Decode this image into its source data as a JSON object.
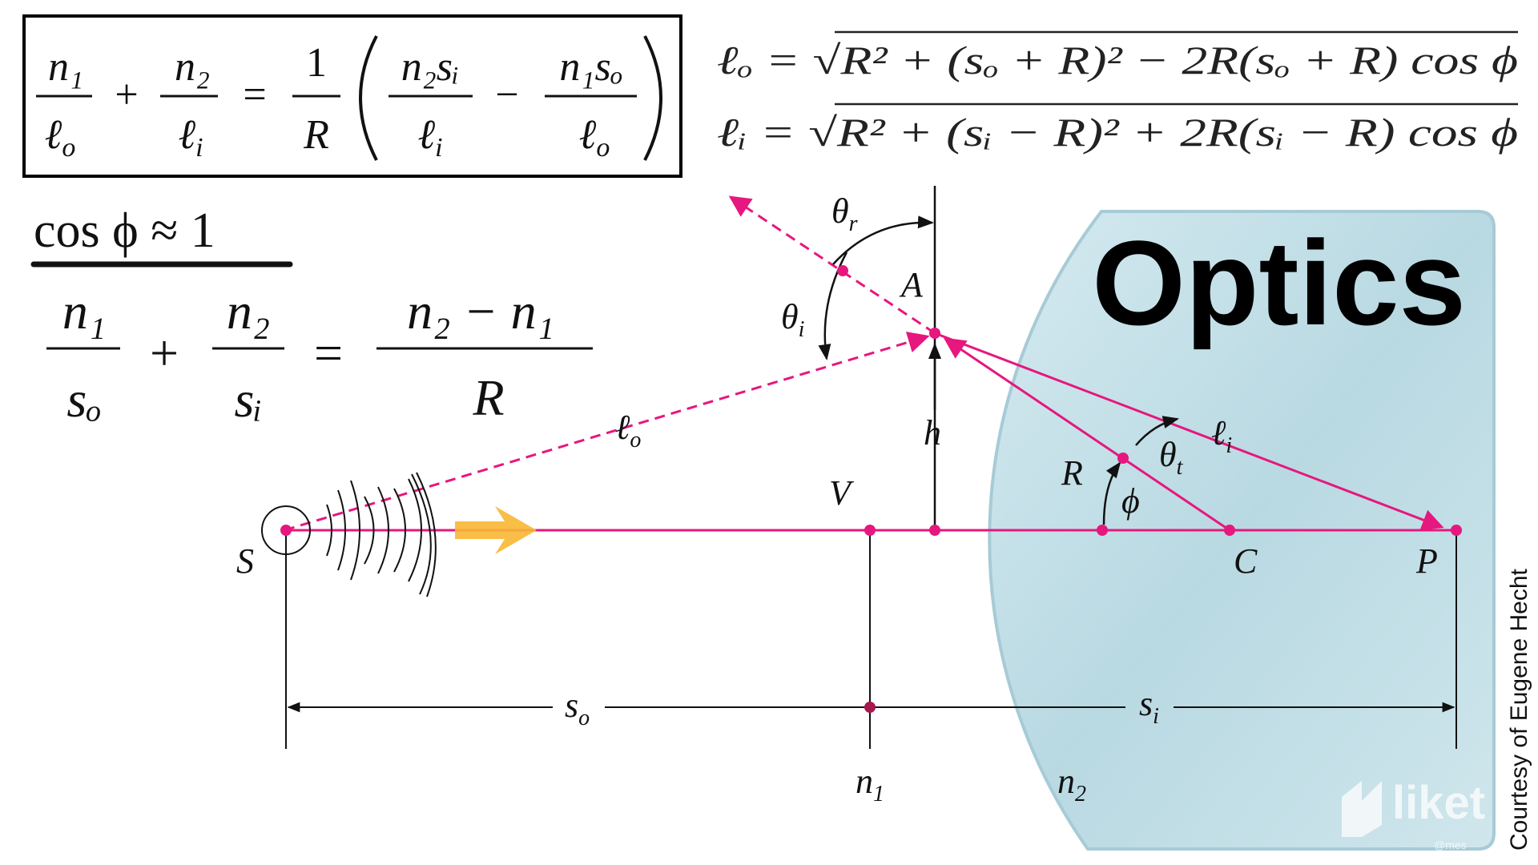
{
  "title": "Optics",
  "credit": "Courtesy of Eugene Hecht",
  "watermark": {
    "text": "liket",
    "handle": "@mes"
  },
  "formulas": {
    "boxed": {
      "n1": "n₁",
      "n2": "n₂",
      "lo": "ℓ",
      "lo_sub": "o",
      "li": "ℓ",
      "li_sub": "i",
      "one": "1",
      "R": "R",
      "plus": "+",
      "minus": "−",
      "equals": "=",
      "n2si": "n₂sᵢ",
      "n1so": "n₁sₒ"
    },
    "lo_eq": "ℓₒ = √R² + (sₒ + R)² − 2R(sₒ + R) cos ϕ",
    "li_eq": "ℓᵢ = √R² + (sᵢ − R)² + 2R(sᵢ − R) cos ϕ",
    "approx": "cos ϕ ≈ 1",
    "paraxial": {
      "n1": "n₁",
      "n2": "n₂",
      "so": "sₒ",
      "si": "sᵢ",
      "num": "n₂ − n₁",
      "den": "R",
      "plus": "+",
      "equals": "="
    }
  },
  "diagram": {
    "labels": {
      "S": "S",
      "V": "V",
      "A": "A",
      "C": "C",
      "P": "P",
      "h": "h",
      "R": "R",
      "theta_r": "θ",
      "theta_r_sub": "r",
      "theta_i": "θ",
      "theta_i_sub": "i",
      "theta_t": "θ",
      "theta_t_sub": "t",
      "phi": "ϕ",
      "lo": "ℓ",
      "lo_sub": "o",
      "li": "ℓ",
      "li_sub": "i",
      "so": "s",
      "so_sub": "o",
      "si": "s",
      "si_sub": "i",
      "n1": "n",
      "n1_sub": "1",
      "n2": "n",
      "n2_sub": "2"
    },
    "colors": {
      "ray": "#e6177e",
      "glass": "#c9e3ea",
      "arrow": "#f7b733",
      "line": "#111111"
    }
  }
}
